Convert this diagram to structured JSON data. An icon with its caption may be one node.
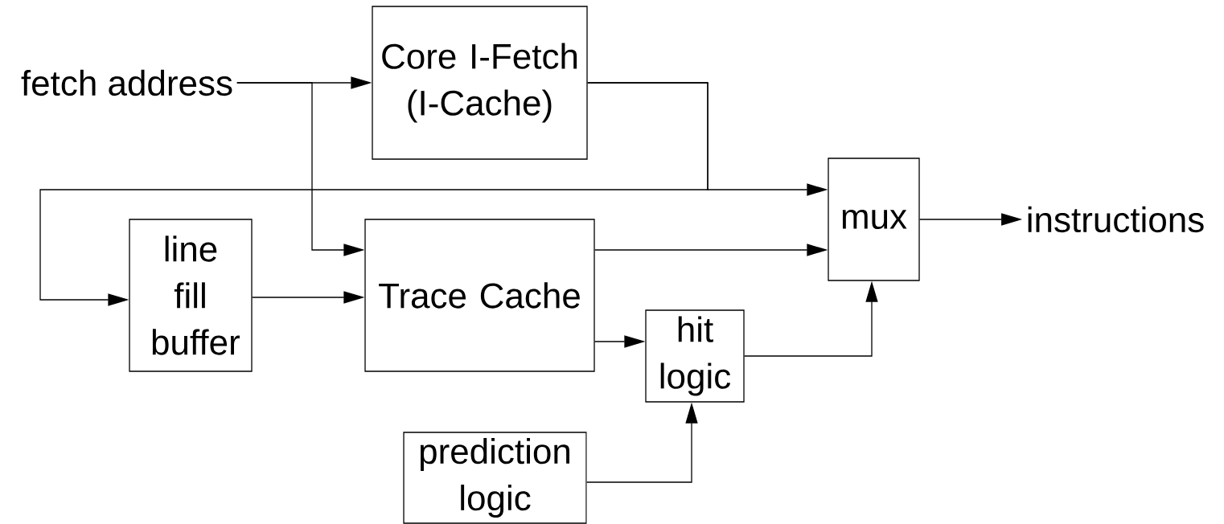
{
  "diagram": {
    "nodes": [
      {
        "text": [
          "fetch address"
        ]
      },
      {
        "text": [
          "Core I-Fetch (I-Cache)"
        ]
      },
      {
        "text": [
          "mux"
        ]
      },
      {
        "text": [
          "instructions"
        ]
      },
      {
        "text": [
          "line fill buffer"
        ]
      },
      {
        "text": [
          "Trace Cache"
        ]
      },
      {
        "text": [
          "hit logic"
        ]
      },
      {
        "text": [
          "prediction logic"
        ]
      }
    ],
    "edges": [
      {
        "from": 0,
        "to": 1,
        "arrow": "to"
      },
      {
        "from": 0,
        "to": 5,
        "arrow": "to"
      },
      {
        "from": 1,
        "to": 2,
        "arrow": "to"
      },
      {
        "from": 1,
        "to": 4,
        "arrow": "to"
      },
      {
        "from": 4,
        "to": 5,
        "arrow": "to"
      },
      {
        "from": 5,
        "to": 2,
        "arrow": "to"
      },
      {
        "from": 5,
        "to": 6,
        "arrow": "to"
      },
      {
        "from": 6,
        "to": 2,
        "arrow": "to"
      },
      {
        "from": 7,
        "to": 6,
        "arrow": "to"
      },
      {
        "from": 2,
        "to": 3,
        "arrow": "to"
      }
    ]
  }
}
